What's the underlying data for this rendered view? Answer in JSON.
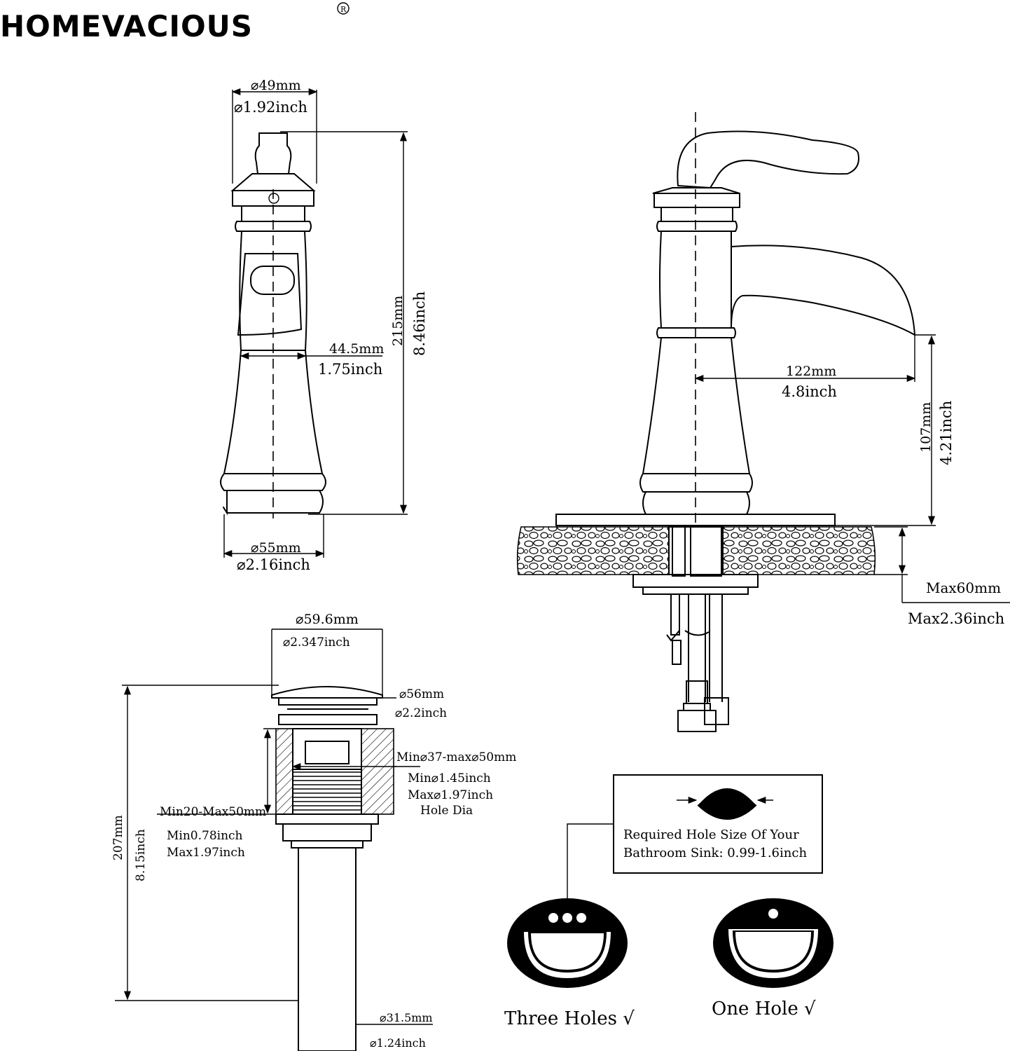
{
  "brand": {
    "name": "HOMEVACIOUS",
    "mark": "R"
  },
  "faucet_front": {
    "top_dia_mm": "⌀49mm",
    "top_dia_in": "⌀1.92inch",
    "height_mm": "215mm",
    "height_in": "8.46inch",
    "handle_mm": "44.5mm",
    "handle_in": "1.75inch",
    "base_dia_mm": "⌀55mm",
    "base_dia_in": "⌀2.16inch"
  },
  "faucet_side": {
    "reach_mm": "122mm",
    "reach_in": "4.8inch",
    "spout_height_mm": "107mm",
    "spout_height_in": "4.21inch",
    "max_deck_mm": "Max60mm",
    "max_deck_in": "Max2.36inch"
  },
  "drain": {
    "cap_dia_mm": "⌀59.6mm",
    "cap_dia_in": "⌀2.347inch",
    "flange_mm": "⌀56mm",
    "flange_in": "⌀2.2inch",
    "hole_mm": "Min⌀37-max⌀50mm",
    "hole_min_in": "Min⌀1.45inch",
    "hole_max_in": "Max⌀1.97inch",
    "hole_label": "Hole Dia",
    "thick_mm": "Min20-Max50mm",
    "thick_min_in": "Min0.78inch",
    "thick_max_in": "Max1.97inch",
    "length_mm": "207mm",
    "length_in": "8.15inch",
    "tail_mm": "⌀31.5mm",
    "tail_in": "⌀1.24inch"
  },
  "sink_note": {
    "line1": "Required Hole Size Of Your",
    "line2": "Bathroom Sink: 0.99-1.6inch"
  },
  "sinks": {
    "three": "Three Holes √",
    "one": "One Hole  √"
  }
}
